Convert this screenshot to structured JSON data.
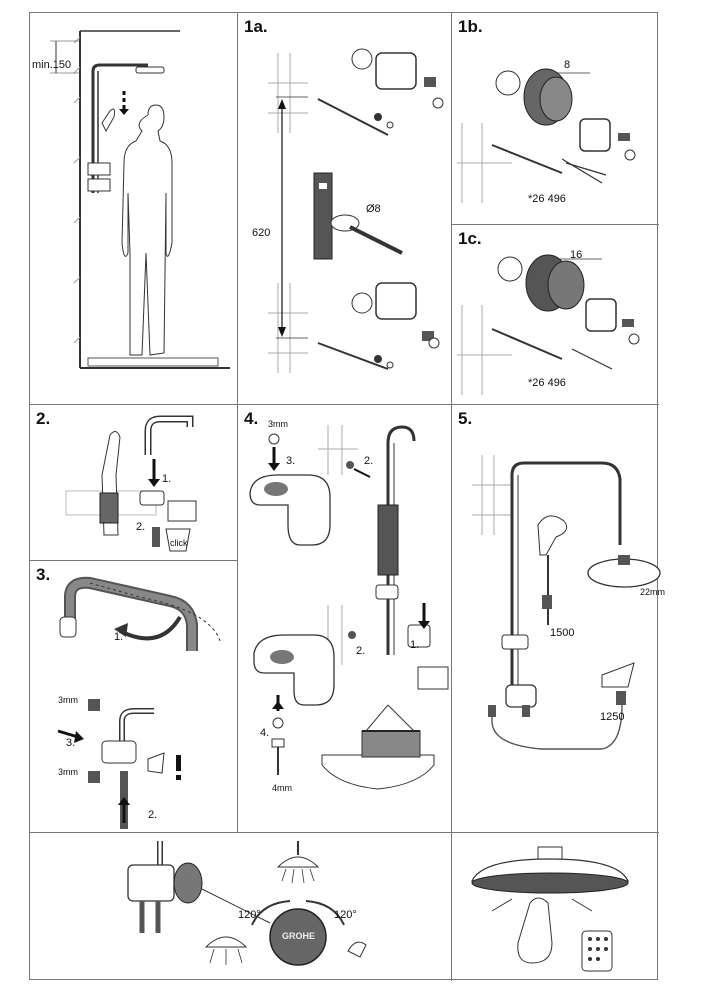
{
  "steps": {
    "s1a": "1a.",
    "s1b": "1b.",
    "s1c": "1c.",
    "s2": "2.",
    "s3": "3.",
    "s4": "4.",
    "s5": "5."
  },
  "install": {
    "min_height": "min.150"
  },
  "step1a": {
    "distance": "620",
    "drill": "Ø8"
  },
  "step1b": {
    "spacer": "8",
    "ref": "*26 496"
  },
  "step1c": {
    "spacer": "16",
    "ref": "*26 496"
  },
  "step2": {
    "sub1": "1.",
    "sub2": "2.",
    "click": "click"
  },
  "step3": {
    "sub1": "1.",
    "sub2": "2.",
    "sub3": "3.",
    "hex_top": "3mm",
    "hex_bottom": "3mm"
  },
  "step4": {
    "hex_top": "3mm",
    "sub3": "3.",
    "sub2a": "2.",
    "sub1": "1.",
    "sub2b": "2.",
    "sub4": "4.",
    "hex_bottom": "4mm"
  },
  "step5": {
    "wrench": "22mm",
    "hose_hand": "1500",
    "hose_head": "1250"
  },
  "diverter": {
    "angle_left": "120°",
    "angle_right": "120°",
    "brand": "GROHE"
  }
}
